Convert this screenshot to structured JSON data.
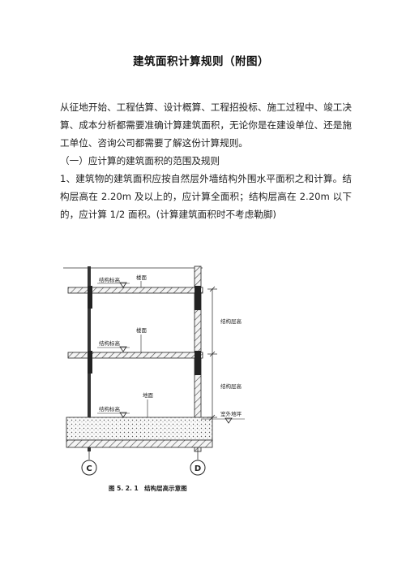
{
  "title": "建筑面积计算规则（附图）",
  "paragraphs": {
    "intro": "从征地开始、工程估算、设计概算、工程招投标、施工过程中、竣工决算、成本分析都需要准确计算建筑面积，无论你是在建设单位、还是施工单位、咨询公司都需要了解这份计算规则。",
    "section": "（一）应计算的建筑面积的范围及规则",
    "rule1": "1、建筑物的建筑面积应按自然层外墙结构外围水平面积之和计算。结构层高在 2.20m 及以上的，应计算全面积；结构层高在 2.20m 以下的，应计算 1/2 面积。(计算建筑面积时不考虑勒脚)"
  },
  "figure": {
    "labels": {
      "elev_top": "结构标高",
      "elev_mid": "结构标高",
      "elev_bot": "结构标高",
      "floor_top": "楼面",
      "floor_mid": "楼面",
      "ground": "地面",
      "height_upper": "结构层高",
      "height_lower": "结构层高",
      "outdoor": "室外地坪",
      "axis_left": "C",
      "axis_right": "D"
    },
    "caption": "图 5. 2. 1　结构层高示意图"
  }
}
